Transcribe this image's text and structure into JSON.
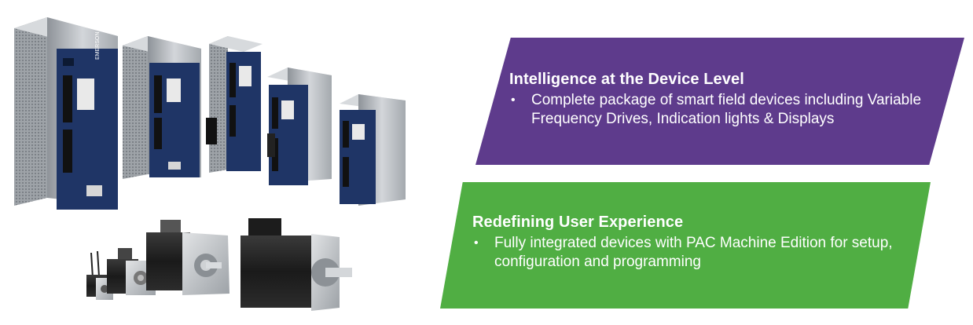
{
  "panels": [
    {
      "heading": "Intelligence at the Device Level",
      "bullet": "Complete package of smart field devices including Variable Frequency Drives, Indication lights & Displays",
      "bullet_marker": "•",
      "color": "#5e3b8c"
    },
    {
      "heading": "Redefining User Experience",
      "bullet": "Fully integrated devices with PAC Machine Edition for setup, configuration and programming",
      "bullet_marker": "•",
      "color": "#50ae43"
    }
  ],
  "photo": {
    "brand_label": "EMERSON",
    "drive_color": "#1f3566",
    "housing_color": "#c9ccd1",
    "motor_color": "#1e1e1e"
  }
}
